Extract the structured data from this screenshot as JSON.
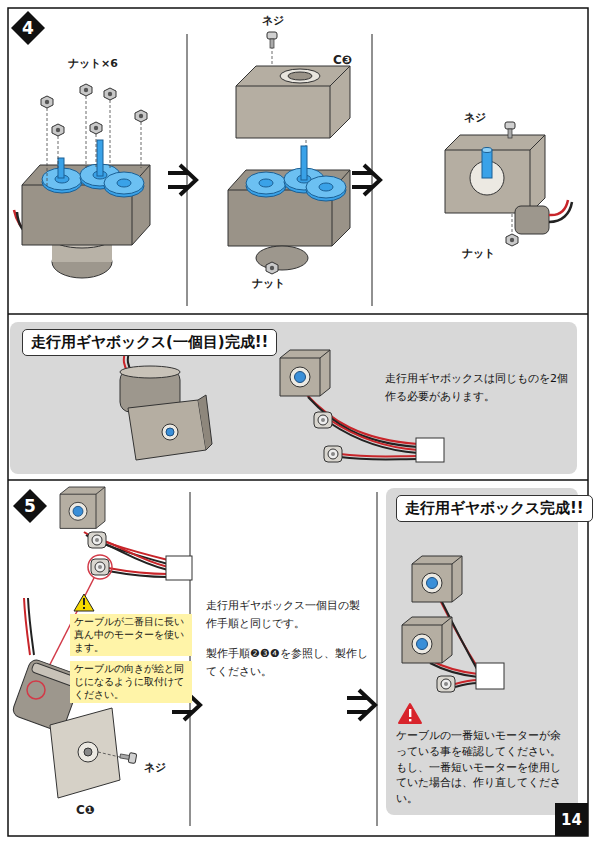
{
  "diagram": {
    "nodes": [
      {
        "text": [
          "4"
        ]
      },
      {
        "text": [
          "走行用ギヤボックスは同じものを2個作る必要があります。"
        ]
      },
      {
        "text": [
          "走行用ギヤボックス(一個目)完成!!"
        ],
        "in": 1
      },
      {
        "text": [
          "5"
        ]
      },
      {
        "text": [
          "ケーブルが二番目に長い真ん中のモーターを使います。"
        ]
      },
      {
        "text": [
          "ケーブルの向きが絵と同じになるように取付けてください。"
        ]
      },
      {
        "text": [
          "ケーブルの一番短いモーターが余っている事を確認してください。もし、一番短いモーターを使用していた場合は、作り直してください。"
        ]
      },
      {
        "text": [
          "走行用ギヤボックス完成!!"
        ],
        "in": 6
      },
      {
        "text": [
          "14"
        ]
      }
    ],
    "labels": [
      "ナット×6",
      "ネジ",
      "C❸",
      "ナット",
      "ネジ",
      "ナット",
      "ネジ",
      "C❶",
      "走行用ギヤボックス一個目の製作手順と同じです。",
      "製作手順❷❸❹を参照し、製作してください。"
    ]
  }
}
